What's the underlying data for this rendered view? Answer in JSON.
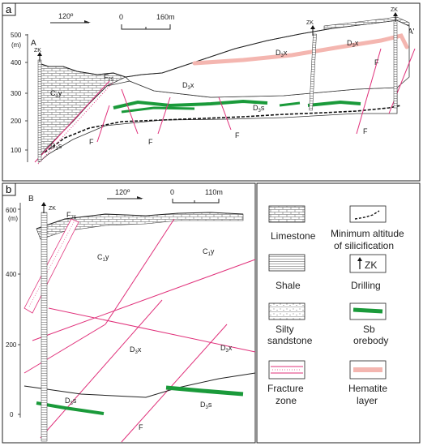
{
  "panel_a": {
    "tag": "a",
    "direction": "120º",
    "scale_start": "0",
    "scale_end": "160m",
    "unit": "(m)",
    "y_ticks": [
      "500",
      "400",
      "300",
      "200",
      "100"
    ],
    "section_start": "A",
    "section_end": "A'",
    "drill1": "ZK",
    "drill2": "ZK",
    "drill3": "ZK",
    "fracture_label": "F",
    "fracture_sub": "75",
    "units": {
      "c1y": "C",
      "c1y_sub": "1",
      "c1y_tail": "y",
      "d3x": "D",
      "d3x_sub": "3",
      "d3x_tail": "x",
      "d3s": "D",
      "d3s_sub": "3",
      "d3s_tail": "s"
    },
    "fault_labels": [
      "F",
      "F",
      "F",
      "F",
      "F"
    ]
  },
  "panel_b": {
    "tag": "b",
    "direction": "120º",
    "scale_start": "0",
    "scale_end": "110m",
    "unit": "(m)",
    "y_ticks": [
      "600",
      "400",
      "200",
      "0"
    ],
    "section_start": "B",
    "drill": "ZK",
    "fracture_label": "F",
    "fracture_sub": "75",
    "fault_label": "F"
  },
  "legend": {
    "limestone": "Limestone",
    "min_altitude_line1": "Minimum altitude",
    "min_altitude_line2": "of silicification",
    "shale": "Shale",
    "drilling": "Drilling",
    "drilling_symbol": "ZK",
    "silty_line1": "Silty",
    "silty_line2": "sandstone",
    "sb_line1": "Sb",
    "sb_line2": "orebody",
    "fracture_line1": "Fracture",
    "fracture_line2": "zone",
    "hematite_line1": "Hematite",
    "hematite_line2": "layer"
  },
  "colors": {
    "orebody": "#1a9a3a",
    "fault": "#e0307a",
    "hematite": "#f4b6b0",
    "frame": "#222222"
  }
}
